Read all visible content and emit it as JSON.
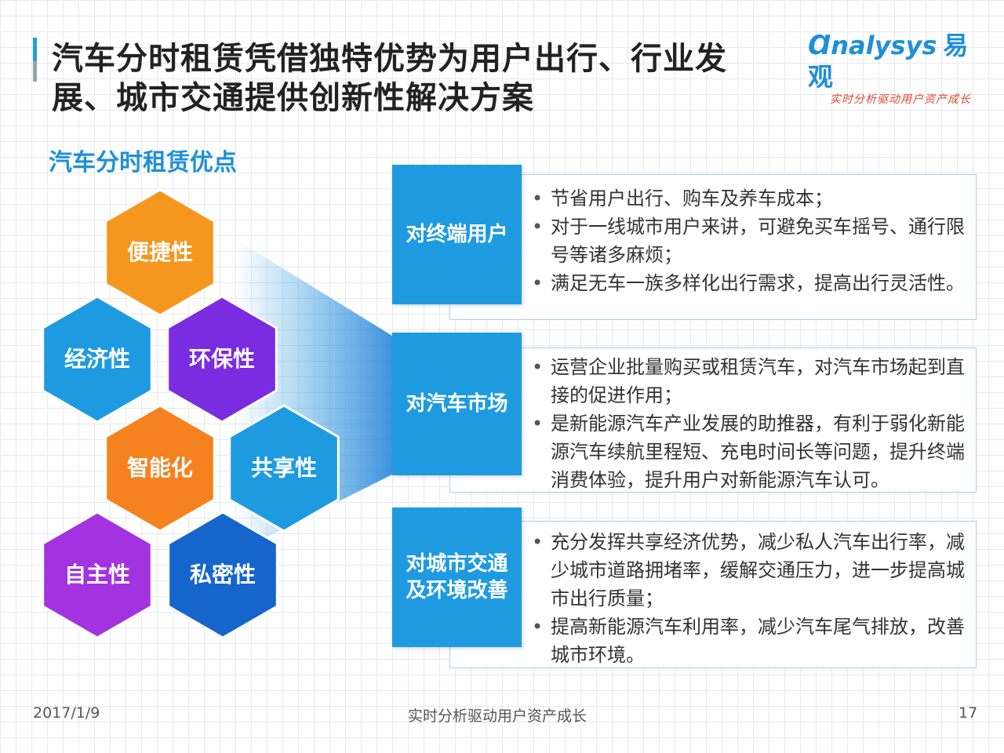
{
  "header": {
    "title": "汽车分时租赁凭借独特优势为用户出行、行业发展、城市交通提供创新性解决方案",
    "logo_text": "nalysys",
    "logo_cn": "易观",
    "logo_tagline": "实时分析驱动用户资产成长"
  },
  "section": {
    "subtitle": "汽车分时租赁优点"
  },
  "hexagons": [
    {
      "label": "便捷性",
      "color": "#f5961e"
    },
    {
      "label": "经济性",
      "color": "#1e9be0"
    },
    {
      "label": "环保性",
      "color": "#7a2ce0"
    },
    {
      "label": "智能化",
      "color": "#f5821e"
    },
    {
      "label": "共享性",
      "color": "#1e9be0"
    },
    {
      "label": "自主性",
      "color": "#a333e0"
    },
    {
      "label": "私密性",
      "color": "#1565cc"
    }
  ],
  "rows": [
    {
      "heading": "对终端用户",
      "bullets": [
        "节省用户出行、购车及养车成本；",
        "对于一线城市用户来讲，可避免买车摇号、通行限号等诸多麻烦；",
        "满足无车一族多样化出行需求，提高出行灵活性。"
      ]
    },
    {
      "heading": "对汽车市场",
      "bullets": [
        "运营企业批量购买或租赁汽车，对汽车市场起到直接的促进作用；",
        "是新能源汽车产业发展的助推器，有利于弱化新能源汽车续航里程短、充电时间长等问题，提升终端消费体验，提升用户对新能源汽车认可。"
      ]
    },
    {
      "heading": "对城市交通及环境改善",
      "bullets": [
        "充分发挥共享经济优势，减少私人汽车出行率，减少城市道路拥堵率，缓解交通压力，进一步提高城市出行质量；",
        "提高新能源汽车利用率，减少汽车尾气排放，改善城市环境。"
      ]
    }
  ],
  "footer": {
    "date": "2017/1/9",
    "center": "实时分析驱动用户资产成长",
    "page": "17"
  },
  "colors": {
    "accent": "#1e9be0",
    "title": "#222222",
    "subtitle": "#1e90d8"
  }
}
